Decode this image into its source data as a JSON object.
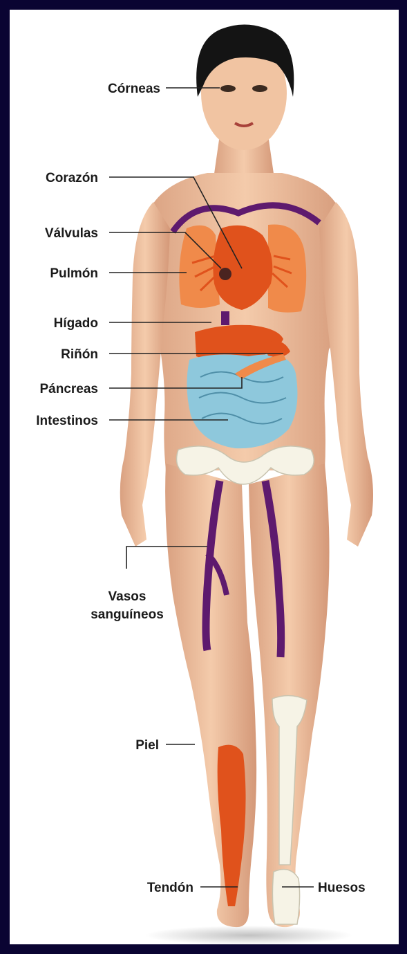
{
  "labels": {
    "corneas": "Córneas",
    "corazon": "Corazón",
    "valvulas": "Válvulas",
    "pulmon": "Pulmón",
    "higado": "Hígado",
    "rinon": "Riñón",
    "pancreas": "Páncreas",
    "intestinos": "Intestinos",
    "vasos_line1": "Vasos",
    "vasos_line2": "sanguíneos",
    "piel": "Piel",
    "tendon": "Tendón",
    "huesos": "Huesos"
  },
  "colors": {
    "frame_background": "#0a0432",
    "panel": "#ffffff",
    "skin": "#f0c2a0",
    "organ": "#e0521c",
    "lung": "#f08a4a",
    "intestine": "#8ec8dc",
    "vessel": "#5e1a6e",
    "bone": "#f6f3e6",
    "hair": "#141414"
  }
}
